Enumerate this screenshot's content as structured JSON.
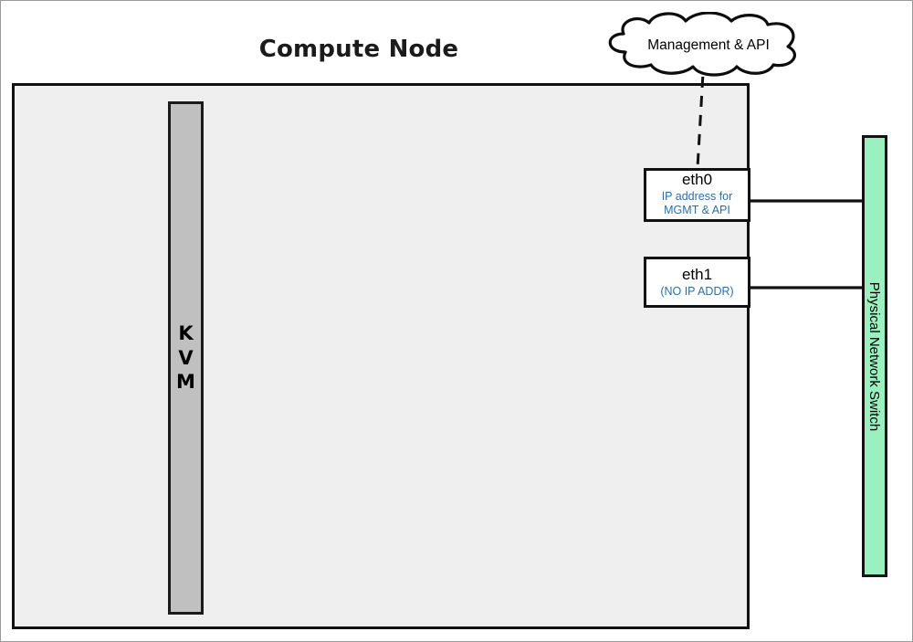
{
  "diagram": {
    "title": "Compute Node",
    "cloud": {
      "label": "Management & API",
      "icon": "cloud-icon"
    },
    "compute_node": {
      "kvm": {
        "label": "K\nV\nM",
        "fill_color": "#c0c0c0"
      },
      "fill_color": "#efefef"
    },
    "interfaces": [
      {
        "name": "eth0",
        "detail": "IP address for\nMGMT & API",
        "detail_color": "#2c6ea6"
      },
      {
        "name": "eth1",
        "detail": "(NO IP ADDR)",
        "detail_color": "#2c6ea6"
      }
    ],
    "switch": {
      "label": "Physical Network Switch",
      "fill_color": "#9bf0c0"
    },
    "connections": [
      {
        "from": "cloud",
        "to": "eth0",
        "style": "dashed"
      },
      {
        "from": "eth0",
        "to": "switch",
        "style": "solid"
      },
      {
        "from": "eth1",
        "to": "switch",
        "style": "solid"
      }
    ]
  }
}
